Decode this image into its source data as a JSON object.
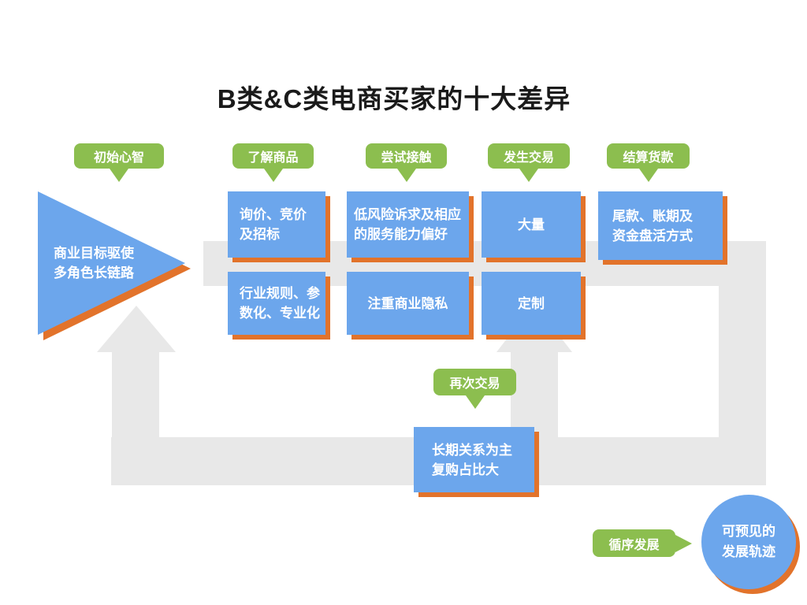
{
  "title": "B类&C类电商买家的十大差异",
  "palette": {
    "blue": "#6CA6EC",
    "orange": "#E2732B",
    "green": "#8CBE4F",
    "gray": "#E8E8E8",
    "text_dark": "#1A1A1A",
    "text_light": "#FFFFFF"
  },
  "stage_badges": [
    {
      "label": "初始心智"
    },
    {
      "label": "了解商品"
    },
    {
      "label": "尝试接触"
    },
    {
      "label": "发生交易"
    },
    {
      "label": "结算货款"
    },
    {
      "label": "再次交易"
    },
    {
      "label": "循序发展"
    }
  ],
  "nodes": {
    "goal_triangle": {
      "line1": "商业目标驱使",
      "line2": "多角色长链路"
    },
    "inquiry": {
      "line1": "询价、竞价",
      "line2": "及招标"
    },
    "low_risk": {
      "line1": "低风险诉求及相应",
      "line2": "的服务能力偏好"
    },
    "bulk": {
      "label": "大量"
    },
    "payment": {
      "line1": "尾款、账期及",
      "line2": "资金盘活方式"
    },
    "industry_rules": {
      "line1": "行业规则、参",
      "line2": "数化、专业化"
    },
    "privacy": {
      "label": "注重商业隐私"
    },
    "custom": {
      "label": "定制"
    },
    "long_term": {
      "line1": "长期关系为主",
      "line2": "复购占比大"
    },
    "predictable": {
      "line1": "可预见的",
      "line2": "发展轨迹"
    }
  }
}
